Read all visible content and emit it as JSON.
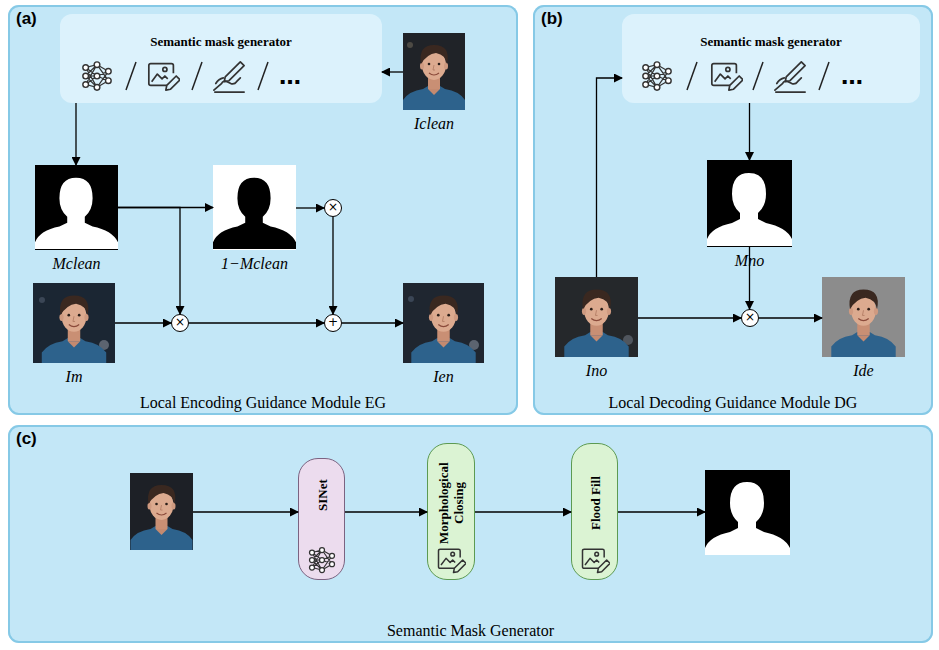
{
  "diagram": {
    "nodes": [
      {
        "text": [
          "(a)",
          "Local Encoding Guidance Module EG"
        ]
      },
      {
        "text": [
          "Semantic mask generator"
        ],
        "in": 0
      },
      {
        "text": [
          "Iclean"
        ],
        "in": 0
      },
      {
        "text": [
          "Mclean"
        ],
        "in": 0
      },
      {
        "text": [
          "1−Mclean"
        ],
        "in": 0
      },
      {
        "text": [
          "×"
        ],
        "in": 0
      },
      {
        "text": [
          "Im"
        ],
        "in": 0
      },
      {
        "text": [
          "×"
        ],
        "in": 0
      },
      {
        "text": [
          "+"
        ],
        "in": 0
      },
      {
        "text": [
          "Ien"
        ],
        "in": 0
      },
      {
        "text": [
          "(b)",
          "Local Decoding Guidance Module DG"
        ]
      },
      {
        "text": [
          "Semantic mask generator"
        ],
        "in": 10
      },
      {
        "text": [
          "Mno"
        ],
        "in": 10
      },
      {
        "text": [
          "×"
        ],
        "in": 10
      },
      {
        "text": [
          "Ino"
        ],
        "in": 10
      },
      {
        "text": [
          "Ide"
        ],
        "in": 10
      },
      {
        "text": [
          "(c)",
          "Semantic Mask Generator"
        ]
      },
      {
        "text": [
          "SINet"
        ],
        "in": 16
      },
      {
        "text": [
          "Morphological Closing"
        ],
        "in": 16
      },
      {
        "text": [
          "Flood Fill"
        ],
        "in": 16
      }
    ],
    "edges": [
      {
        "from": 2,
        "to": 1,
        "arrow": "to"
      },
      {
        "from": 1,
        "to": 3,
        "arrow": "to"
      },
      {
        "from": 3,
        "to": 4,
        "arrow": "to"
      },
      {
        "from": 3,
        "to": 7,
        "arrow": "to"
      },
      {
        "from": 4,
        "to": 5,
        "arrow": "to"
      },
      {
        "from": 5,
        "to": 8,
        "arrow": "to"
      },
      {
        "from": 6,
        "to": 7,
        "arrow": "to"
      },
      {
        "from": 7,
        "to": 8,
        "arrow": "to"
      },
      {
        "from": 8,
        "to": 9,
        "arrow": "to"
      },
      {
        "from": 14,
        "to": 11,
        "arrow": "to"
      },
      {
        "from": 11,
        "to": 12,
        "arrow": "to"
      },
      {
        "from": 12,
        "to": 13,
        "arrow": "to"
      },
      {
        "from": 14,
        "to": 13,
        "arrow": "to"
      },
      {
        "from": 13,
        "to": 15,
        "arrow": "to"
      },
      {
        "from": 17,
        "to": 18,
        "arrow": "to"
      },
      {
        "from": 18,
        "to": 19,
        "arrow": "to"
      }
    ],
    "labels": [
      "…",
      "…"
    ]
  }
}
